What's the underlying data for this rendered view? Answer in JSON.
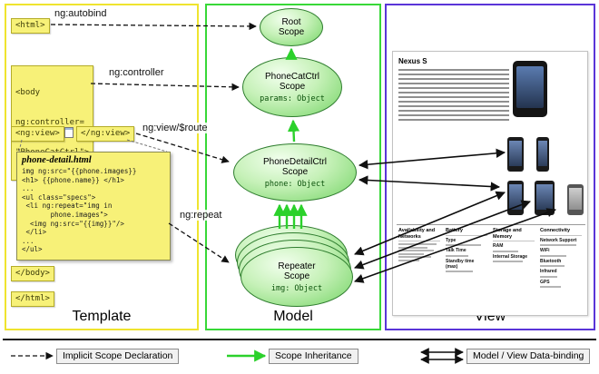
{
  "colors": {
    "template_panel_border": "#efe42f",
    "model_panel_border": "#38d838",
    "view_panel_border": "#5a35d8",
    "tag_box_fill": "#f7f178",
    "scope_fill": "#74d465",
    "inheritance_arrow_green": "#2bd12b"
  },
  "panels": {
    "template_label": "Template",
    "model_label": "Model",
    "view_label": "View"
  },
  "template": {
    "html_open": "<html>",
    "body_open_lines": [
      "<body",
      "ng:controller=",
      "\"PhoneCatCtrl\">"
    ],
    "ngview_open": "<ng:view>",
    "ngview_close": "</ng:view>",
    "code_title": "phone-detail.html",
    "code_lines": [
      "img ng:src=\"{{phone.images}}",
      "<h1> {{phone.name}} </h1>",
      "...",
      "<ul class=\"specs\">",
      " <li ng:repeat=\"img in",
      "       phone.images\">",
      "  <img ng:src=\"{{img}}\"/>",
      " </li>",
      "...",
      "</ul>"
    ],
    "body_close": "</body>",
    "html_close": "</html>"
  },
  "arrow_labels": {
    "autobind": "ng:autobind",
    "controller": "ng:controller",
    "view_route": "ng:view/$route",
    "repeat": "ng:repeat"
  },
  "model": {
    "scopes": [
      {
        "name": "Root",
        "line2": "Scope",
        "binding": ""
      },
      {
        "name": "PhoneCatCtrl",
        "line2": "Scope",
        "binding": "params: Object"
      },
      {
        "name": "PhoneDetailCtrl",
        "line2": "Scope",
        "binding": "phone: Object"
      },
      {
        "name": "Repeater",
        "line2": "Scope",
        "binding": "img: Object"
      }
    ]
  },
  "view": {
    "page_title": "Nexus S",
    "spec_sections": [
      {
        "head": "Availability and Networks",
        "items": []
      },
      {
        "head": "Battery",
        "items": [
          "Type",
          "Talk Time",
          "Standby time (max)"
        ]
      },
      {
        "head": "Storage and Memory",
        "items": [
          "RAM",
          "Internal Storage"
        ]
      },
      {
        "head": "Connectivity",
        "items": [
          "Network Support",
          "WiFi",
          "Bluetooth",
          "Infrared",
          "GPS"
        ]
      }
    ]
  },
  "legend": {
    "implicit": "Implicit Scope Declaration",
    "inheritance": "Scope Inheritance",
    "databinding": "Model / View Data-binding"
  }
}
